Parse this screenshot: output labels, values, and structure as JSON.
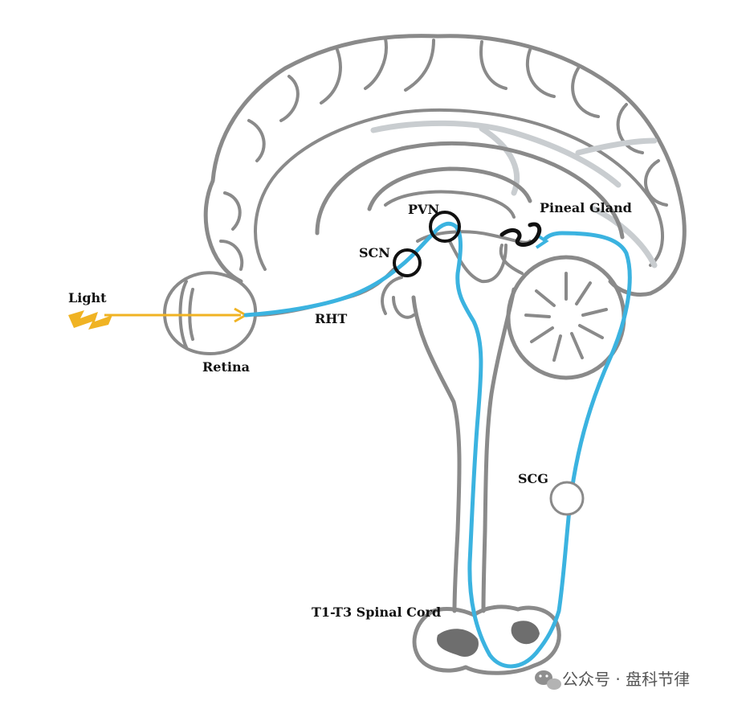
{
  "labels": {
    "light": "Light",
    "retina": "Retina",
    "rht": "RHT",
    "scn": "SCN",
    "pvn": "PVN",
    "pineal": "Pineal Gland",
    "scg": "SCG",
    "spinal": "T1-T3 Spinal Cord"
  },
  "watermark": {
    "text": "公众号 · 盘科节律"
  },
  "colors": {
    "pathway": "#3bb3e0",
    "light": "#f0b323",
    "outline": "#8a8a8a",
    "nucleus": "#111111"
  },
  "icons": {
    "watermark": "wechat-icon"
  }
}
